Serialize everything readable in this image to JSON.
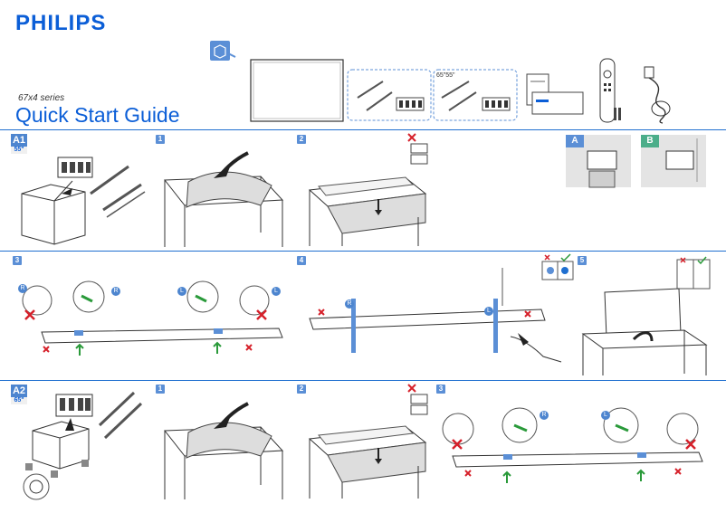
{
  "header": {
    "brand": "PHILIPS",
    "series": "67x4 series",
    "title": "Quick Start Guide",
    "size_a": "65\"55\""
  },
  "sections": {
    "a1": {
      "label": "A1",
      "size": "55\""
    },
    "a2": {
      "label": "A2",
      "size": "65\""
    }
  },
  "steps": {
    "row1": [
      "1",
      "2"
    ],
    "row2": [
      "3",
      "4",
      "5"
    ],
    "row3": [
      "1",
      "2",
      "3"
    ]
  },
  "mount_options": {
    "a": "A",
    "b": "B"
  },
  "markers": {
    "right": "R",
    "left": "L"
  },
  "colors": {
    "brand": "#0b5ed7",
    "accent": "#4d85cf",
    "mount_a": "#5b8fd6",
    "mount_b": "#4cae8a",
    "wrong": "#d6202a",
    "right": "#2a9a3a"
  }
}
